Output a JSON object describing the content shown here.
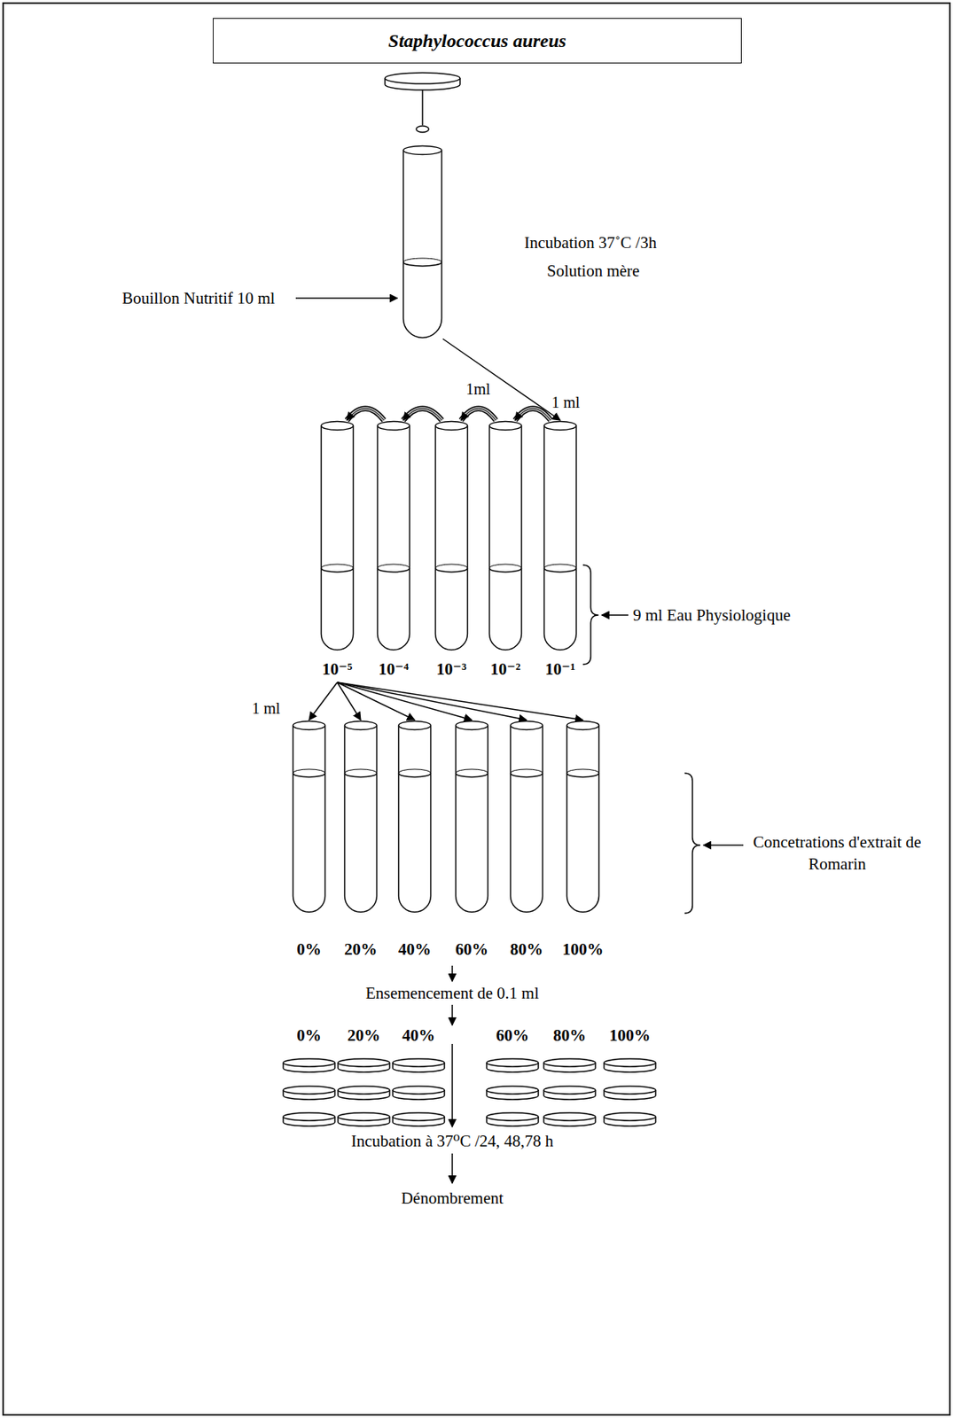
{
  "diagram": {
    "nodes": [
      {
        "text": [
          "Staphylococcus aureus"
        ]
      },
      {
        "text": [
          "Incubation 37˚C /3h",
          "Solution mère"
        ]
      },
      {
        "text": [
          "10⁻⁵"
        ]
      },
      {
        "text": [
          "10⁻⁴"
        ]
      },
      {
        "text": [
          "10⁻³"
        ]
      },
      {
        "text": [
          "10⁻²"
        ]
      },
      {
        "text": [
          "10⁻¹"
        ]
      },
      {
        "text": [
          "0%"
        ]
      },
      {
        "text": [
          "20%"
        ]
      },
      {
        "text": [
          "40%"
        ]
      },
      {
        "text": [
          "60%"
        ]
      },
      {
        "text": [
          "80%"
        ]
      },
      {
        "text": [
          "100%"
        ]
      }
    ],
    "edges": [
      {
        "from": 1,
        "to": 6,
        "arrow": "to",
        "label": "1 ml"
      },
      {
        "from": 6,
        "to": 5,
        "arrow": "to"
      },
      {
        "from": 5,
        "to": 4,
        "arrow": "to",
        "label": "1ml"
      },
      {
        "from": 4,
        "to": 3,
        "arrow": "to"
      },
      {
        "from": 3,
        "to": 2,
        "arrow": "to"
      },
      {
        "from": 2,
        "to": 7,
        "arrow": "to",
        "label": "1 ml"
      },
      {
        "from": 2,
        "to": 8,
        "arrow": "to"
      },
      {
        "from": 2,
        "to": 9,
        "arrow": "to"
      },
      {
        "from": 2,
        "to": 10,
        "arrow": "to"
      },
      {
        "from": 2,
        "to": 11,
        "arrow": "to"
      },
      {
        "from": 2,
        "to": 12,
        "arrow": "to"
      }
    ],
    "labels": [
      "Bouillon Nutritif 10 ml",
      "9 ml Eau Physiologique",
      "Concetrations d'extrait de Romarin",
      "Ensemencement de 0.1 ml",
      "0%",
      "20%",
      "40%",
      "60%",
      "80%",
      "100%",
      "Incubation à 37⁰C /24, 48,78 h",
      "Dénombrement"
    ]
  }
}
